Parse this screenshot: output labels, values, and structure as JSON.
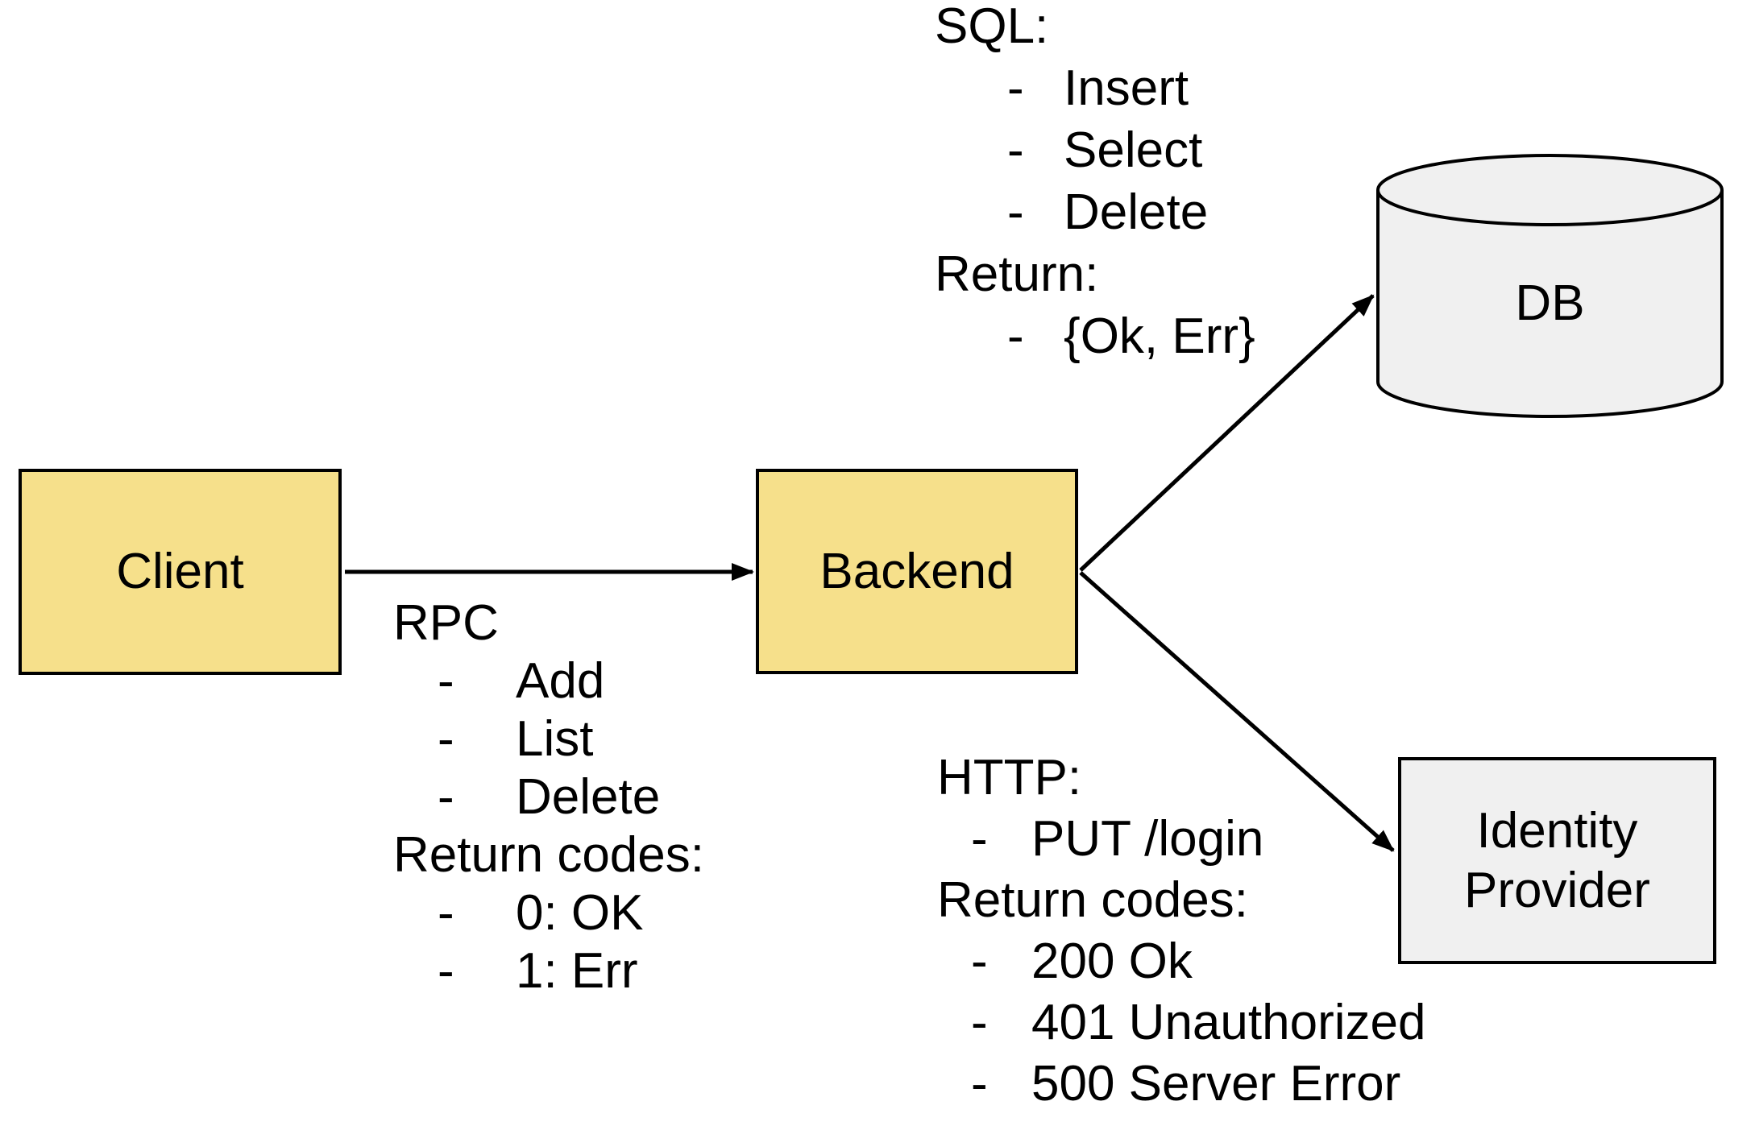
{
  "canvas": {
    "background": "#FFFFFF"
  },
  "colors": {
    "node_yellow": "#F6E08B",
    "node_gray": "#F0F0F0",
    "stroke_black": "#000000"
  },
  "bullet_char": "-",
  "nodes": {
    "client": {
      "label": "Client",
      "fill": "#F6E08B",
      "shape": "rectangle"
    },
    "backend": {
      "label": "Backend",
      "fill": "#F6E08B",
      "shape": "rectangle"
    },
    "db": {
      "label": "DB",
      "fill": "#F0F0F0",
      "shape": "cylinder"
    },
    "identity_provider": {
      "label": "Identity Provider",
      "fill": "#F0F0F0",
      "shape": "rectangle"
    }
  },
  "edges": [
    {
      "from": "Client",
      "to": "Backend"
    },
    {
      "from": "Backend",
      "to": "DB"
    },
    {
      "from": "Backend",
      "to": "Identity Provider"
    }
  ],
  "annotations": {
    "sql": {
      "lines": [
        {
          "text": "SQL:",
          "bullet": false
        },
        {
          "text": "Insert",
          "bullet": true
        },
        {
          "text": "Select",
          "bullet": true
        },
        {
          "text": "Delete",
          "bullet": true
        },
        {
          "text": "Return:",
          "bullet": false
        },
        {
          "text": "{Ok, Err}",
          "bullet": true
        }
      ]
    },
    "rpc": {
      "lines": [
        {
          "text": "RPC",
          "bullet": false
        },
        {
          "text": "Add",
          "bullet": true
        },
        {
          "text": "List",
          "bullet": true
        },
        {
          "text": "Delete",
          "bullet": true
        },
        {
          "text": "Return codes:",
          "bullet": false
        },
        {
          "text": "0: OK",
          "bullet": true
        },
        {
          "text": "1: Err",
          "bullet": true
        }
      ]
    },
    "http": {
      "lines": [
        {
          "text": "HTTP:",
          "bullet": false
        },
        {
          "text": "PUT /login",
          "bullet": true
        },
        {
          "text": "Return codes:",
          "bullet": false
        },
        {
          "text": "200 Ok",
          "bullet": true
        },
        {
          "text": "401 Unauthorized",
          "bullet": true
        },
        {
          "text": "500 Server Error",
          "bullet": true
        }
      ]
    }
  }
}
